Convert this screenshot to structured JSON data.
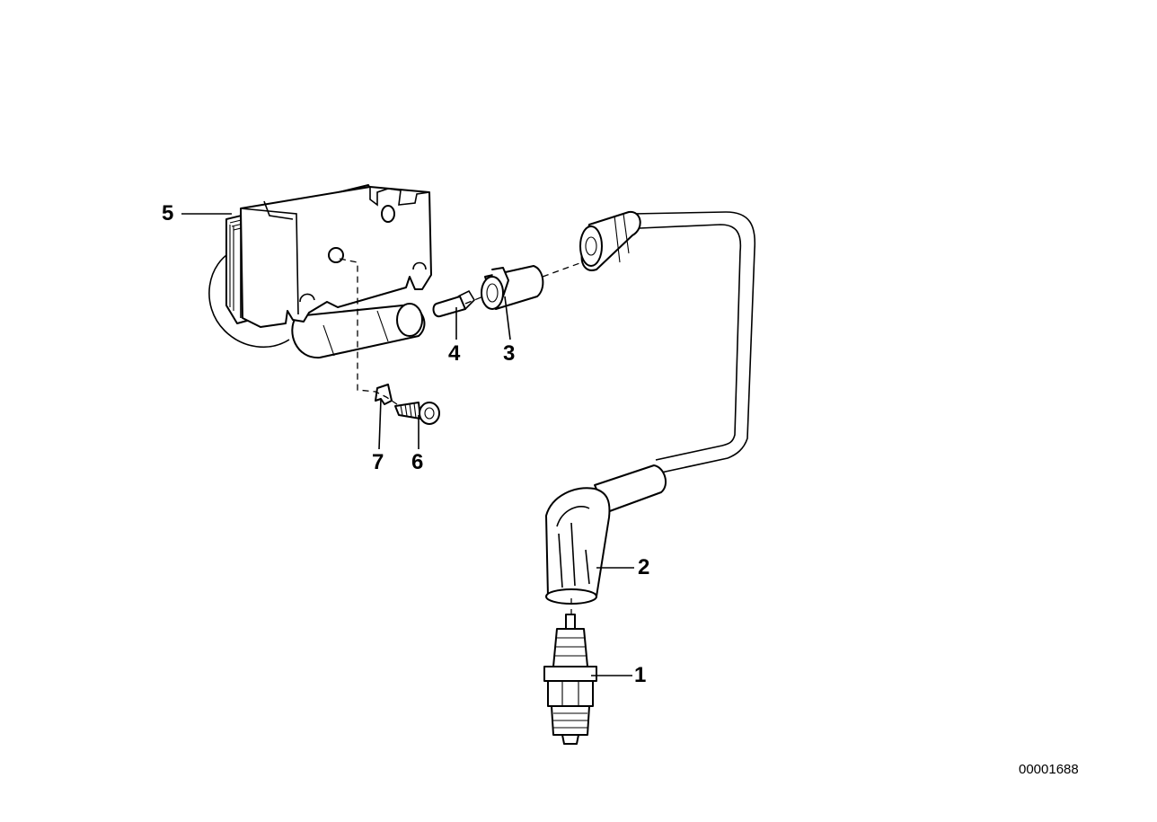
{
  "callouts": {
    "c1": "1",
    "c2": "2",
    "c3": "3",
    "c4": "4",
    "c5": "5",
    "c6": "6",
    "c7": "7"
  },
  "drawing_number": "00001688"
}
